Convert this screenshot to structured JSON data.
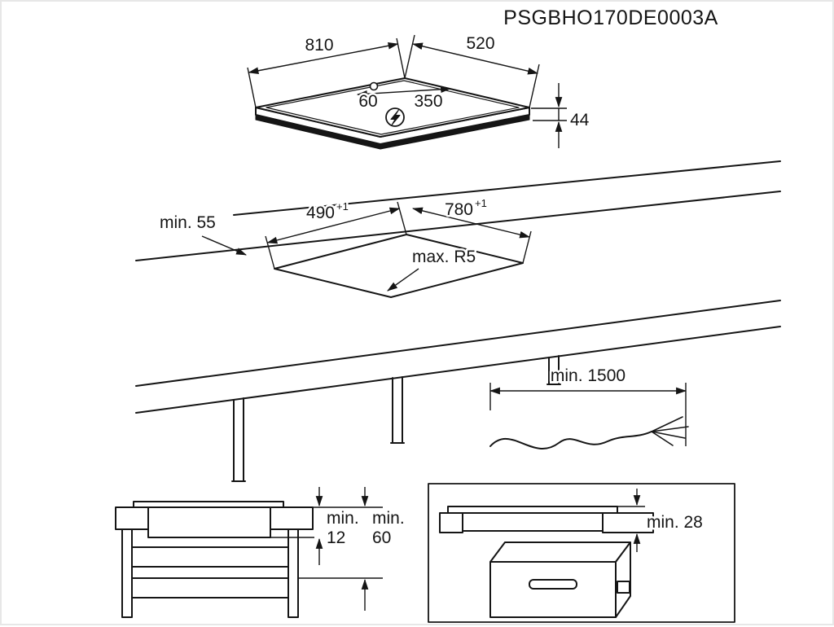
{
  "document_code": "PSGBHO170DE0003A",
  "hob": {
    "width": "810",
    "depth": "520",
    "power_offset": "60",
    "power_distance": "350",
    "height": "44",
    "power_symbol": "lightning-bolt-in-circle"
  },
  "cutout": {
    "depth": "490",
    "depth_tol": "+1",
    "width": "780",
    "width_tol": "+1",
    "edge_clearance": "min. 55",
    "corner_radius": "max. R5"
  },
  "cable": {
    "length": "min. 1500"
  },
  "drawer_view": {
    "min_a": "min.",
    "gap_a": "12",
    "min_b": "min.",
    "gap_b": "60"
  },
  "oven_view": {
    "gap": "min. 28"
  }
}
